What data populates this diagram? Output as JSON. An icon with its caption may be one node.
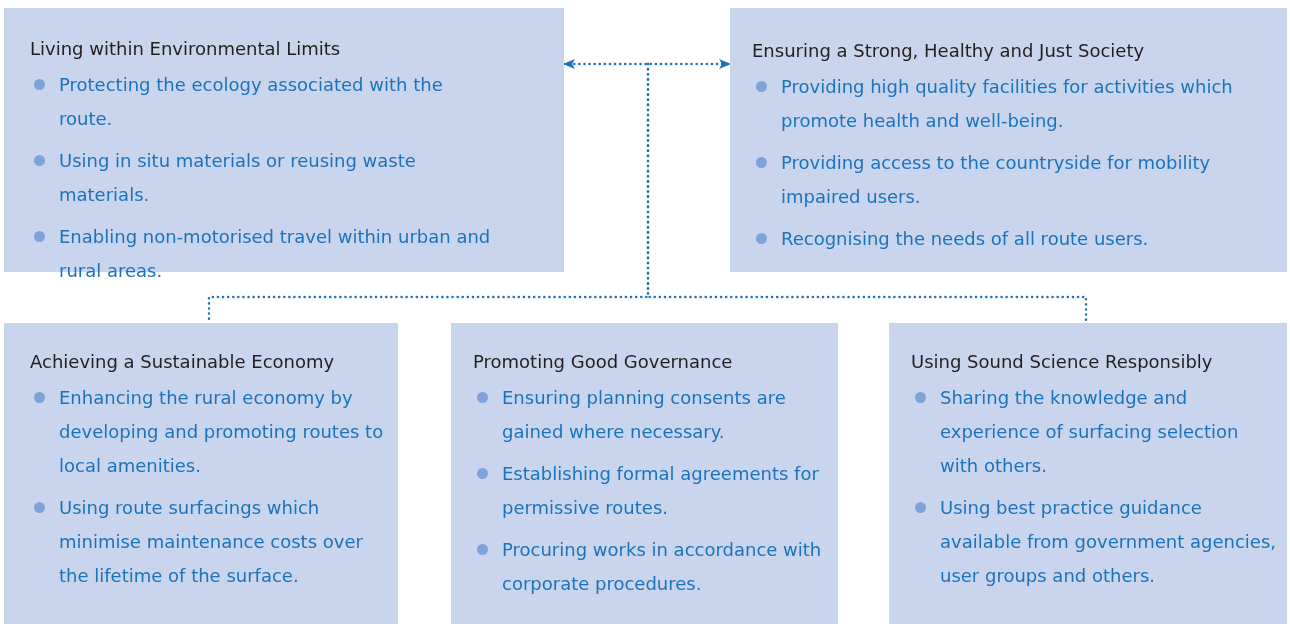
{
  "diagram": {
    "nodes": [
      {
        "text": [
          "Living within Environmental Limits",
          "Protecting the ecology associated with the route.",
          "Using in situ materials or reusing waste materials.",
          "Enabling non-motorised travel within urban and rural areas."
        ]
      },
      {
        "text": [
          "Ensuring a Strong, Healthy and Just Society",
          "Providing high quality facilities for activities which promote health and well-being.",
          "Providing access to the countryside for mobility impaired users.",
          "Recognising the needs of all route users."
        ]
      },
      {
        "text": [
          "Achieving a Sustainable Economy",
          "Enhancing the rural economy by developing and promoting routes to local amenities.",
          "Using route surfacings which minimise maintenance costs over the lifetime of the surface."
        ]
      },
      {
        "text": [
          "Promoting Good Governance",
          "Ensuring planning consents are gained where necessary.",
          "Establishing formal agreements for permissive routes.",
          "Procuring works in accordance with corporate procedures."
        ]
      },
      {
        "text": [
          "Using Sound Science Responsibly",
          "Sharing the knowledge and experience of surfacing selection with others.",
          "Using best practice guidance available from government agencies, user groups and others."
        ]
      }
    ],
    "edges": [
      {
        "from": 0,
        "to": 1,
        "arrow": "both",
        "style": "dashed"
      },
      {
        "from": null,
        "to": 2,
        "arrow": "none",
        "style": "dashed"
      },
      {
        "from": null,
        "to": 4,
        "arrow": "none",
        "style": "dashed"
      }
    ]
  }
}
